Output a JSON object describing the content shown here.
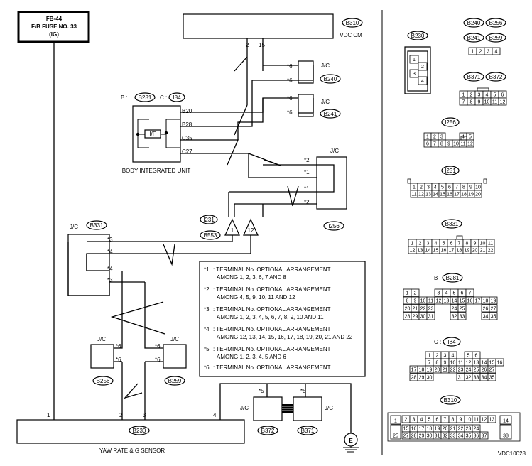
{
  "fuse": {
    "line1": "FB-44",
    "line2": "F/B FUSE NO. 33",
    "line3": "(IG)"
  },
  "vdc": {
    "code": "B310",
    "name": "VDC CM",
    "pin_left": "2",
    "pin_right": "15"
  },
  "body_unit": {
    "label": "BODY INTEGRATED UNIT",
    "b_prefix": "B :",
    "b_code": "B281",
    "c_prefix": "C :",
    "c_code": "I84",
    "if_label": "I/F",
    "pins": [
      "B20",
      "B28",
      "C35",
      "C27"
    ]
  },
  "jc": {
    "label": "J/C",
    "b240": "B240",
    "b241": "B241",
    "i256": "I256",
    "b331": "B331",
    "b256": "B256",
    "b259": "B259",
    "b372": "B372",
    "b371": "B371"
  },
  "marks": {
    "s1": "*1",
    "s2": "*2",
    "s3": "*3",
    "s4": "*4",
    "s5": "*5",
    "s6": "*6"
  },
  "connectors_mid": {
    "i231": "I231",
    "b553": "B553",
    "pin_a": "1",
    "pin_b": "12"
  },
  "sensor": {
    "code": "B230",
    "name": "YAW RATE & G SENSOR",
    "pin1": "1",
    "pin2": "2",
    "pin3": "3",
    "pin4": "4"
  },
  "ground_symbol": "E",
  "notes": [
    {
      "mark": "*1",
      "text": ": TERMINAL No. OPTIONAL ARRANGEMENT",
      "text2": "AMONG 1, 2, 3, 6, 7 AND 8"
    },
    {
      "mark": "*2",
      "text": ": TERMINAL No. OPTIONAL ARRANGEMENT",
      "text2": "AMONG 4, 5, 9, 10, 11 AND 12"
    },
    {
      "mark": "*3",
      "text": ": TERMINAL No. OPTIONAL ARRANGEMENT",
      "text2": "AMONG 1, 2, 3, 4, 5, 6, 7, 8, 9, 10 AND 11"
    },
    {
      "mark": "*4",
      "text": ": TERMINAL No. OPTIONAL ARRANGEMENT",
      "text2": "AMONG 12, 13, 14, 15, 16, 17, 18, 19, 20, 21 AND 22"
    },
    {
      "mark": "*5",
      "text": ": TERMINAL No. OPTIONAL ARRANGEMENT",
      "text2": "AMONG 1, 2, 3, 4, 5 AND 6"
    },
    {
      "mark": "*6",
      "text": ": TERMINAL No. OPTIONAL ARRANGEMENT",
      "text2": ""
    }
  ],
  "legend": {
    "b230": "B230",
    "b240": "B240",
    "b256": "B256",
    "b241": "B241",
    "b259": "B259",
    "b371": "B371",
    "b372": "B372",
    "i256": "I256",
    "i231": "I231",
    "b331": "B331",
    "b_prefix": "B :",
    "b281": "B281",
    "c_prefix": "C :",
    "i84": "I84",
    "b310": "B310"
  },
  "doc_id": "VDC10028"
}
